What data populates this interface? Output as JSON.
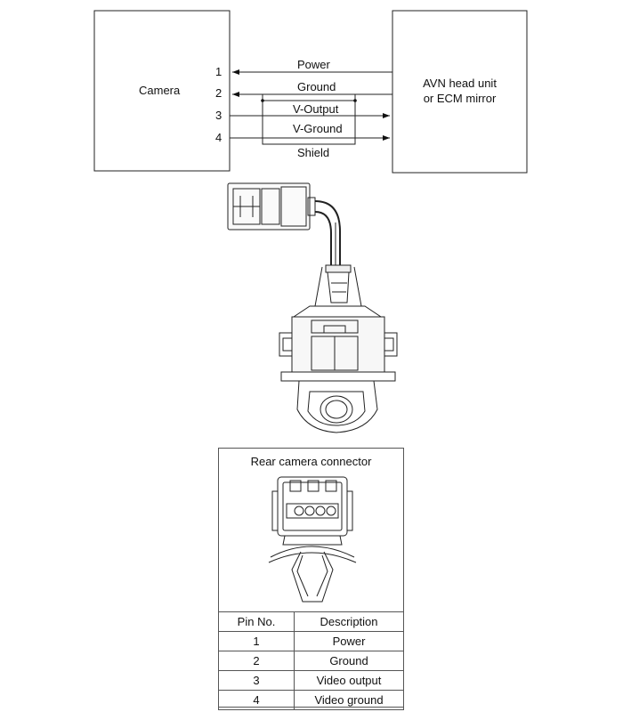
{
  "wiring": {
    "camera_label": "Camera",
    "head_unit_line1": "AVN head unit",
    "head_unit_line2": "or ECM mirror",
    "pins": [
      "1",
      "2",
      "3",
      "4"
    ],
    "signals": [
      "Power",
      "Ground",
      "V-Output",
      "V-Ground"
    ],
    "shield_label": "Shield"
  },
  "connector": {
    "title": "Rear camera connector",
    "table_headers": [
      "Pin No.",
      "Description"
    ],
    "rows": [
      {
        "pin": "1",
        "desc": "Power"
      },
      {
        "pin": "2",
        "desc": "Ground"
      },
      {
        "pin": "3",
        "desc": "Video output"
      },
      {
        "pin": "4",
        "desc": "Video ground"
      }
    ]
  }
}
